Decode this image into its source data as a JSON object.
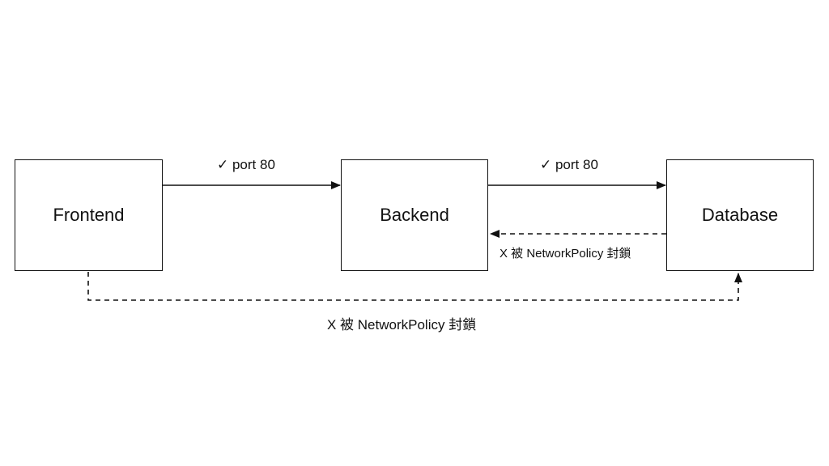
{
  "nodes": {
    "frontend": "Frontend",
    "backend": "Backend",
    "database": "Database"
  },
  "edges": {
    "frontend_to_backend": {
      "label": "✓ port 80",
      "style": "solid",
      "status": "allowed"
    },
    "backend_to_database": {
      "label": "✓ port 80",
      "style": "solid",
      "status": "allowed"
    },
    "database_to_backend": {
      "label": "X 被 NetworkPolicy 封鎖",
      "style": "dashed",
      "status": "blocked"
    },
    "frontend_to_database": {
      "label": "X 被 NetworkPolicy 封鎖",
      "style": "dashed",
      "status": "blocked"
    }
  },
  "colors": {
    "stroke": "#111111",
    "background": "#ffffff"
  }
}
